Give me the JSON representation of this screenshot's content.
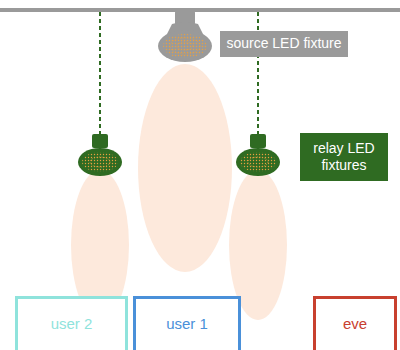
{
  "diagram": {
    "nodes": [
      {
        "text": [
          "source LED fixture"
        ]
      },
      {
        "text": [
          "relay LED fixtures"
        ]
      },
      {
        "text": [
          "user 2"
        ]
      },
      {
        "text": [
          "user 1"
        ]
      },
      {
        "text": [
          "eve"
        ]
      }
    ]
  }
}
